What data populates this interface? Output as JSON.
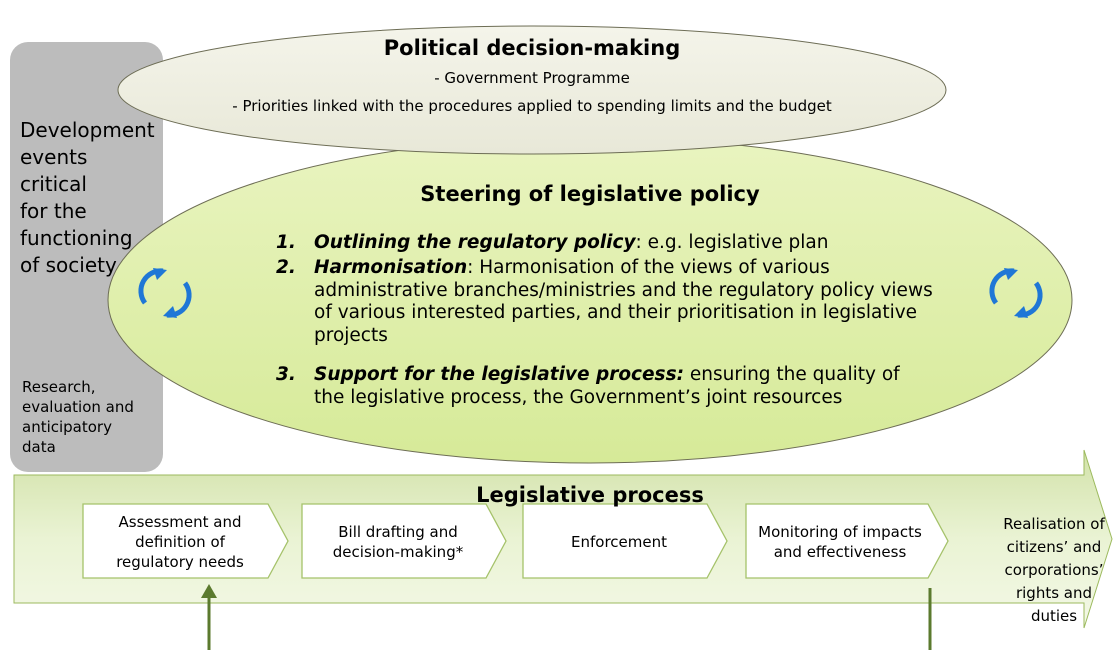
{
  "political": {
    "title": "Political decision-making",
    "line1": "- Government Programme",
    "line2": "- Priorities linked with the procedures applied to spending limits and the budget"
  },
  "left_panel": {
    "main_lines": [
      "Development",
      "events critical",
      "for the",
      "functioning",
      "of society"
    ],
    "sub_lines": [
      "Research,",
      "evaluation and",
      "anticipatory",
      "data"
    ]
  },
  "steering": {
    "title": "Steering of legislative policy",
    "items": [
      {
        "number": "1.",
        "heading": "Outlining the regulatory policy",
        "lines": [
          ": e.g. legislative plan"
        ]
      },
      {
        "number": "2.",
        "heading": "Harmonisation",
        "lines": [
          ": Harmonisation of the views of various",
          "administrative branches/ministries and the regulatory policy views",
          "of various interested parties, and their prioritisation in legislative",
          "projects"
        ]
      },
      {
        "number": "3.",
        "heading": "Support for the legislative process:",
        "lines": [
          " ensuring the quality of",
          "the legislative process, the Government’s joint resources"
        ]
      }
    ]
  },
  "legislative_process": {
    "title": "Legislative process",
    "steps": [
      {
        "lines": [
          "Assessment and",
          "definition of",
          "regulatory needs"
        ]
      },
      {
        "lines": [
          "Bill drafting and",
          "decision-making*"
        ]
      },
      {
        "lines": [
          "Enforcement"
        ]
      },
      {
        "lines": [
          "Monitoring of impacts",
          "and effectiveness"
        ]
      }
    ],
    "result_lines": [
      "Realisation of",
      "citizens’ and",
      "corporations’",
      "rights and duties"
    ]
  },
  "icons": {
    "cycle_left": "refresh-cycle-icon",
    "cycle_right": "refresh-cycle-icon",
    "arrow_up": "arrow-up-icon",
    "connector": "line-connector"
  },
  "colors": {
    "top_ellipse": "#eeeee0",
    "steering_ellipse": "#d9eb9f",
    "left_panel": "#bcbcbc",
    "band_top": "#d3e2ab",
    "band_bottom": "#f3f8e7",
    "chevron_border": "#a5c26a",
    "icon_blue": "#1f77d6",
    "arrow_green": "#5b7a2e"
  }
}
